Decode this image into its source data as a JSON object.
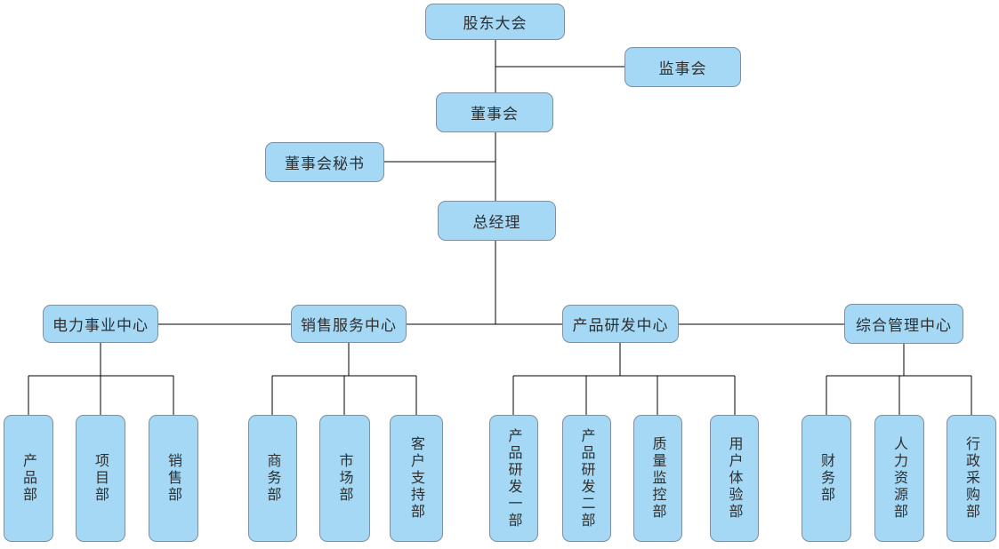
{
  "org_chart": {
    "governance": {
      "shareholders_meeting": "股东大会",
      "supervisory_board": "监事会",
      "board_of_directors": "董事会",
      "board_secretary": "董事会秘书",
      "general_manager": "总经理"
    },
    "centers": [
      {
        "label": "电力事业中心",
        "departments": [
          "产品部",
          "项目部",
          "销售部"
        ]
      },
      {
        "label": "销售服务中心",
        "departments": [
          "商务部",
          "市场部",
          "客户支持部"
        ]
      },
      {
        "label": "产品研发中心",
        "departments": [
          "产品研发一部",
          "产品研发二部",
          "质量监控部",
          "用户体验部"
        ]
      },
      {
        "label": "综合管理中心",
        "departments": [
          "财务部",
          "人力资源部",
          "行政采购部"
        ]
      }
    ],
    "colors": {
      "node_fill": "#A5D8F5",
      "node_border": "#7D8FA0",
      "connector": "#000000",
      "text": "#2F2F2F",
      "background": "#FFFFFF"
    }
  }
}
